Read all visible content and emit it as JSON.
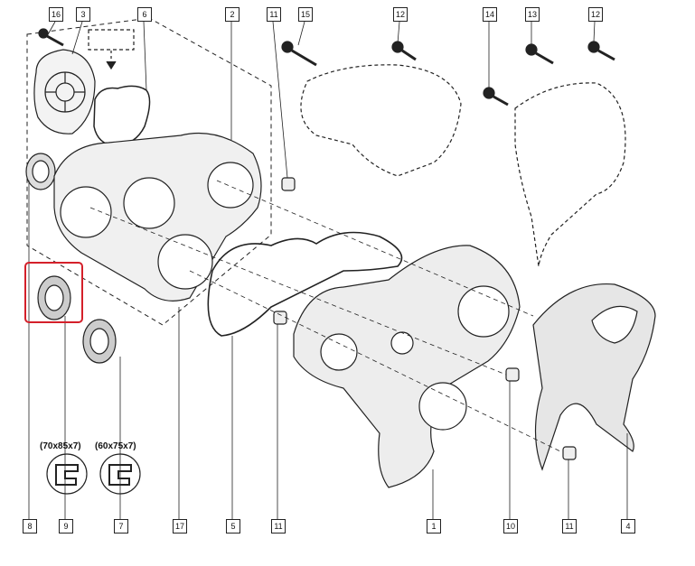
{
  "callouts": {
    "c16": "16",
    "c3": "3",
    "c6": "6",
    "c2": "2",
    "c11a": "11",
    "c15": "15",
    "c12a": "12",
    "c14": "14",
    "c13": "13",
    "c12b": "12",
    "c8": "8",
    "c9": "9",
    "c7": "7",
    "c17": "17",
    "c5": "5",
    "c11b": "11",
    "c1": "1",
    "c10": "10",
    "c11c": "11",
    "c4": "4"
  },
  "dimensions": {
    "seal_9": "(70x85x7)",
    "seal_7": "(60x75x7)"
  },
  "highlight_color": "#d4202a"
}
